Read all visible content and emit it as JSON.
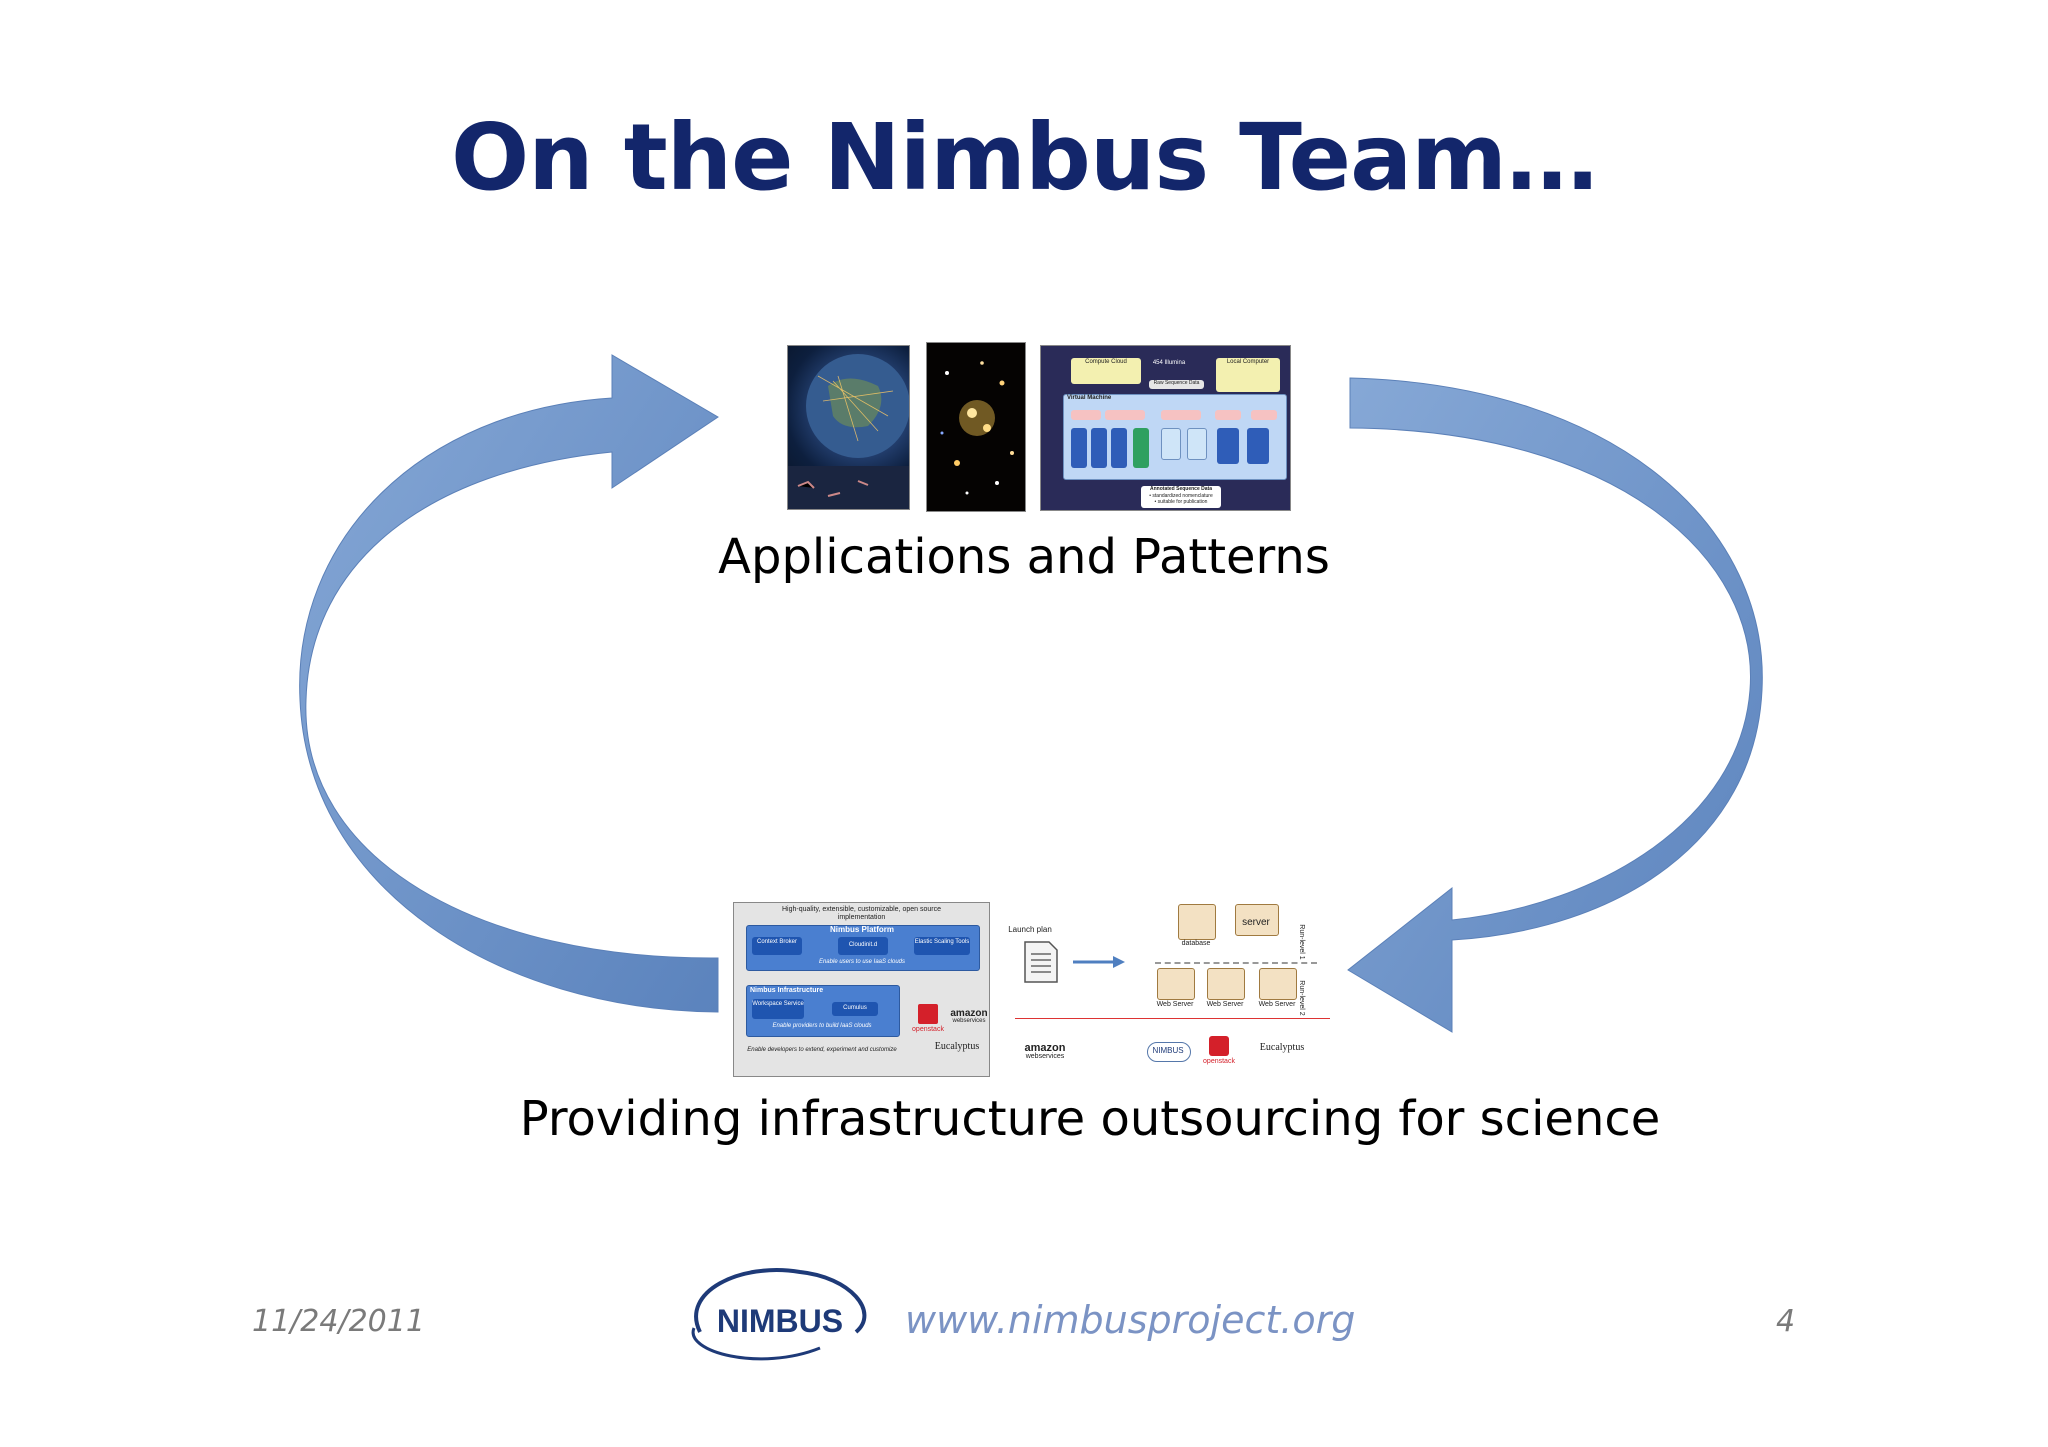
{
  "slide": {
    "title": "On the Nimbus Team…",
    "caption_top": "Applications and Patterns",
    "caption_bottom": "Providing infrastructure outsourcing for science"
  },
  "workflow_figure": {
    "compute_cloud": "Compute Cloud",
    "sequencer": "454 Illumina",
    "raw_data": "Raw Sequence Data",
    "local_computer": "Local Computer",
    "virtual_machine": "Virtual Machine",
    "annotated": "Annotated Sequence Data",
    "note1": "• standardized nomenclature",
    "note2": "• suitable for publication"
  },
  "platform_figure": {
    "heading": "High-quality, extensible, customizable, open source implementation",
    "platform": "Nimbus Platform",
    "context_broker": "Context Broker",
    "cloudinit": "Cloudinit.d",
    "elastic": "Elastic Scaling Tools",
    "platform_caption": "Enable users to use IaaS clouds",
    "infrastructure": "Nimbus Infrastructure",
    "workspace": "Workspace Service",
    "cumulus": "Cumulus",
    "infra_caption": "Enable providers to build IaaS clouds",
    "footer": "Enable developers to extend, experiment and customize",
    "amazon": "amazon",
    "amazon_sub": "webservices",
    "openstack": "openstack",
    "eucalyptus": "Eucalyptus"
  },
  "launch_figure": {
    "launch_plan": "Launch plan",
    "database": "database",
    "server": "server",
    "web_server": "Web Server",
    "run_level_1": "Run-level 1",
    "run_level_2": "Run-level 2",
    "amazon": "amazon",
    "amazon_sub": "webservices",
    "nimbus": "NIMBUS",
    "openstack": "openstack",
    "eucalyptus": "Eucalyptus"
  },
  "footer": {
    "date": "11/24/2011",
    "logo_text": "NIMBUS",
    "url": "www.nimbusproject.org",
    "page": "4"
  },
  "colors": {
    "title": "#13266b",
    "arrow": "#6f95c8",
    "footer_url": "#7b93c4"
  },
  "icons": [
    "cycle-arrow-left-icon",
    "cycle-arrow-right-icon",
    "document-icon",
    "database-icon",
    "web-server-icon"
  ]
}
